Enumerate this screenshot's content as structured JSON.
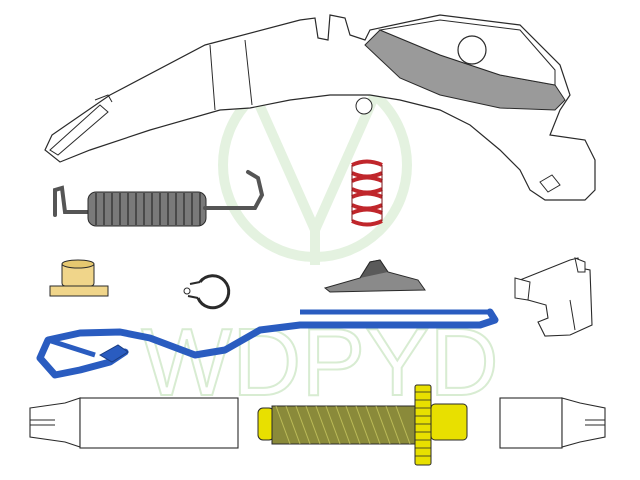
{
  "watermark": {
    "text": "WDPYD",
    "color": "#cfe8c8"
  },
  "parts": [
    {
      "id": "brake-shoe-lever"
    },
    {
      "id": "retracting-spring"
    },
    {
      "id": "hold-down-spring"
    },
    {
      "id": "pivot-bushing"
    },
    {
      "id": "e-clip"
    },
    {
      "id": "spring-clip"
    },
    {
      "id": "adjuster-lever-bracket"
    },
    {
      "id": "adjuster-cable"
    },
    {
      "id": "adjuster-socket-left"
    },
    {
      "id": "star-wheel-screw"
    },
    {
      "id": "adjuster-socket-right"
    }
  ],
  "colors": {
    "outline": "#2a2a2a",
    "spring_gray": "#7a7a7a",
    "spring_red": "#c0262b",
    "cable_blue": "#2a5cc0",
    "brass": "#f0d58a",
    "screw_olive": "#8a8a3a",
    "wheel_yellow": "#e8e000",
    "shaded_band": "#9a9a9a"
  }
}
